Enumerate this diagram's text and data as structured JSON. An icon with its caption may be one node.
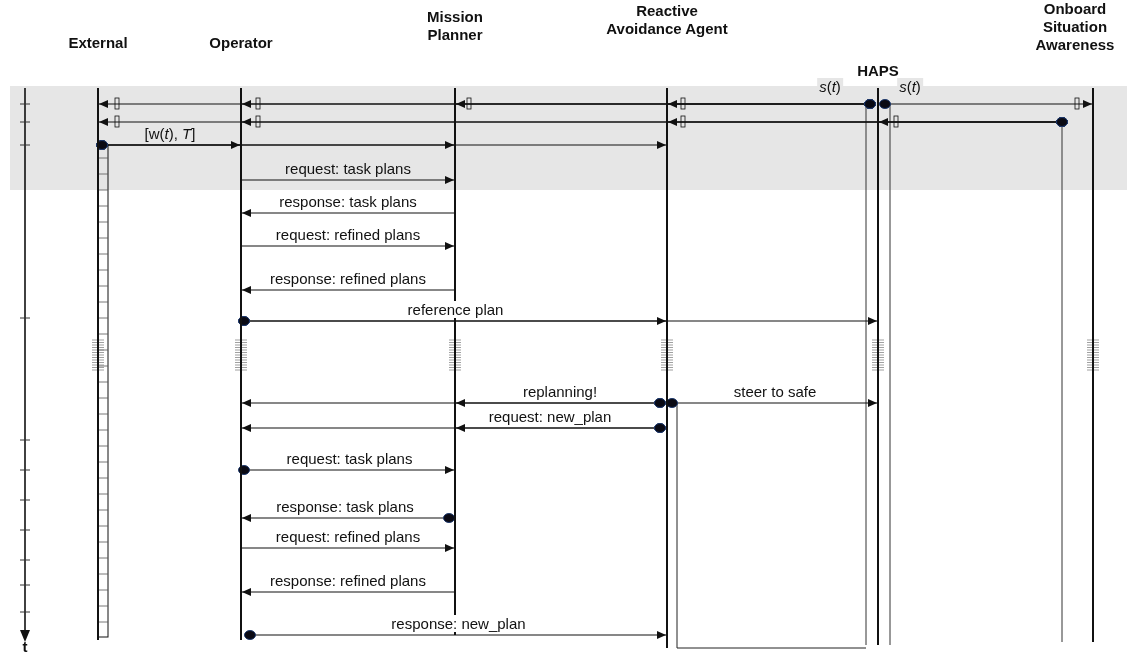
{
  "diagram": {
    "nodes": [
      {
        "text": [
          "External"
        ]
      },
      {
        "text": [
          "Operator"
        ]
      },
      {
        "text": [
          "Mission Planner"
        ]
      },
      {
        "text": [
          "Reactive Avoidance Agent"
        ]
      },
      {
        "text": [
          "HAPS"
        ]
      },
      {
        "text": [
          "Onboard Situation Awareness"
        ]
      }
    ],
    "edges": [
      {
        "from": 4,
        "to": 3,
        "arrow": "to",
        "label": "*s*(*t*)"
      },
      {
        "from": 4,
        "to": 2,
        "arrow": "to"
      },
      {
        "from": 4,
        "to": 1,
        "arrow": "to"
      },
      {
        "from": 4,
        "to": 0,
        "arrow": "to"
      },
      {
        "from": 4,
        "to": 5,
        "arrow": "to",
        "label": "*s*(*t*)"
      },
      {
        "from": 5,
        "to": 4,
        "arrow": "to"
      },
      {
        "from": 5,
        "to": 3,
        "arrow": "to"
      },
      {
        "from": 5,
        "to": 1,
        "arrow": "to"
      },
      {
        "from": 5,
        "to": 0,
        "arrow": "to"
      },
      {
        "from": 0,
        "to": 1,
        "arrow": "to",
        "label": "[w(*t*), *T*]"
      },
      {
        "from": 0,
        "to": 2,
        "arrow": "to"
      },
      {
        "from": 0,
        "to": 3,
        "arrow": "to"
      },
      {
        "from": 1,
        "to": 2,
        "arrow": "to",
        "label": "request: task plans"
      },
      {
        "from": 2,
        "to": 1,
        "arrow": "to",
        "label": "response: task plans"
      },
      {
        "from": 1,
        "to": 2,
        "arrow": "to",
        "label": "request: refined plans"
      },
      {
        "from": 2,
        "to": 1,
        "arrow": "to",
        "label": "response: refined plans"
      },
      {
        "from": 1,
        "to": 3,
        "arrow": "to",
        "label": "reference plan"
      },
      {
        "from": 1,
        "to": 4,
        "arrow": "to"
      },
      {
        "from": 3,
        "to": 2,
        "arrow": "to",
        "label": "replanning!"
      },
      {
        "from": 3,
        "to": 1,
        "arrow": "to"
      },
      {
        "from": 3,
        "to": 4,
        "arrow": "to",
        "label": "steer to safe"
      },
      {
        "from": 3,
        "to": 2,
        "arrow": "to",
        "label": "request: new_plan"
      },
      {
        "from": 3,
        "to": 1,
        "arrow": "to"
      },
      {
        "from": 1,
        "to": 2,
        "arrow": "to",
        "label": "request: task plans"
      },
      {
        "from": 2,
        "to": 1,
        "arrow": "to",
        "label": "response: task plans"
      },
      {
        "from": 1,
        "to": 2,
        "arrow": "to",
        "label": "request: refined plans"
      },
      {
        "from": 2,
        "to": 1,
        "arrow": "to",
        "label": "response: refined plans"
      },
      {
        "from": 1,
        "to": 3,
        "arrow": "to",
        "label": "response: new_plan"
      }
    ],
    "labels": [
      "t"
    ]
  }
}
